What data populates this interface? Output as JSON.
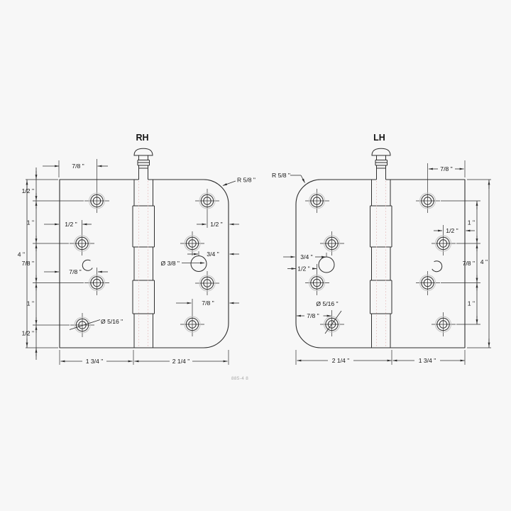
{
  "page": {
    "background_color": "#f7f7f7",
    "line_color": "#2e2e2e",
    "centerline_color": "#e6b9b9",
    "watermark": "885-4  8"
  },
  "rh": {
    "title": "RH",
    "corner_radius": "R 5/8 \"",
    "top_offset": "7/8 \"",
    "vchain": [
      "1/2 \"",
      "1 \"",
      "7/8 \"",
      "1 \"",
      "1/2 \""
    ],
    "overall": "4 \"",
    "inner_half": "1/2 \"",
    "inner_seven_eighths": "7/8 \"",
    "outer_half": "1/2 \"",
    "outer_three_quarters": "3/4 \"",
    "stud_diameter": "Ø 3/8 \"",
    "outer_seven_eighths": "7/8 \"",
    "screw_diameter": "Ø 5/16 \"",
    "width_left": "1 3/4 \"",
    "width_right": "2 1/4 \""
  },
  "lh": {
    "title": "LH",
    "corner_radius": "R 5/8 \"",
    "top_offset": "7/8 \"",
    "vchain": [
      "1 \"",
      "7/8 \"",
      "1 \""
    ],
    "overall": "4 \"",
    "outer_half": "1/2 \"",
    "inner_three_quarters": "3/4 \"",
    "inner_half": "1/2 \"",
    "screw_diameter": "Ø 5/16 \"",
    "inner_seven_eighths": "7/8 \"",
    "width_left": "2 1/4 \"",
    "width_right": "1 3/4 \""
  }
}
